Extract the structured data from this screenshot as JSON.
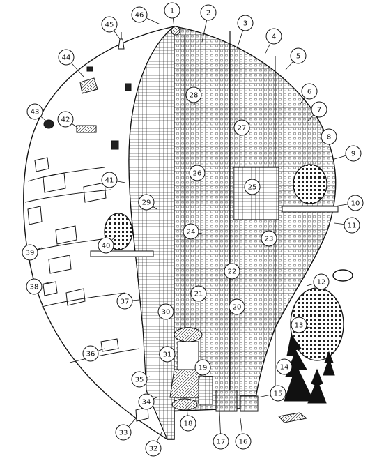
{
  "diagram": {
    "callouts": [
      {
        "id": "c1",
        "label": "1"
      },
      {
        "id": "c2",
        "label": "2"
      },
      {
        "id": "c3",
        "label": "3"
      },
      {
        "id": "c4",
        "label": "4"
      },
      {
        "id": "c5",
        "label": "5"
      },
      {
        "id": "c6",
        "label": "6"
      },
      {
        "id": "c7",
        "label": "7"
      },
      {
        "id": "c8",
        "label": "8"
      },
      {
        "id": "c9",
        "label": "9"
      },
      {
        "id": "c10",
        "label": "10"
      },
      {
        "id": "c11",
        "label": "11"
      },
      {
        "id": "c12",
        "label": "12"
      },
      {
        "id": "c13",
        "label": "13"
      },
      {
        "id": "c14",
        "label": "14"
      },
      {
        "id": "c15",
        "label": "15"
      },
      {
        "id": "c16",
        "label": "16"
      },
      {
        "id": "c17",
        "label": "17"
      },
      {
        "id": "c18",
        "label": "18"
      },
      {
        "id": "c19",
        "label": "19"
      },
      {
        "id": "c20",
        "label": "20"
      },
      {
        "id": "c21",
        "label": "21"
      },
      {
        "id": "c22",
        "label": "22"
      },
      {
        "id": "c23",
        "label": "23"
      },
      {
        "id": "c24",
        "label": "24"
      },
      {
        "id": "c25",
        "label": "25"
      },
      {
        "id": "c26",
        "label": "26"
      },
      {
        "id": "c27",
        "label": "27"
      },
      {
        "id": "c28",
        "label": "28"
      },
      {
        "id": "c29",
        "label": "29"
      },
      {
        "id": "c30",
        "label": "30"
      },
      {
        "id": "c31",
        "label": "31"
      },
      {
        "id": "c32",
        "label": "32"
      },
      {
        "id": "c33",
        "label": "33"
      },
      {
        "id": "c34",
        "label": "34"
      },
      {
        "id": "c35",
        "label": "35"
      },
      {
        "id": "c36",
        "label": "36"
      },
      {
        "id": "c37",
        "label": "37"
      },
      {
        "id": "c38",
        "label": "38"
      },
      {
        "id": "c39",
        "label": "39"
      },
      {
        "id": "c40",
        "label": "40"
      },
      {
        "id": "c41",
        "label": "41"
      },
      {
        "id": "c42",
        "label": "42"
      },
      {
        "id": "c43",
        "label": "43"
      },
      {
        "id": "c44",
        "label": "44"
      },
      {
        "id": "c45",
        "label": "45"
      },
      {
        "id": "c46",
        "label": "46"
      }
    ],
    "colors": {
      "ink": "#111111",
      "paper": "#ffffff",
      "shade": "#888888"
    }
  }
}
